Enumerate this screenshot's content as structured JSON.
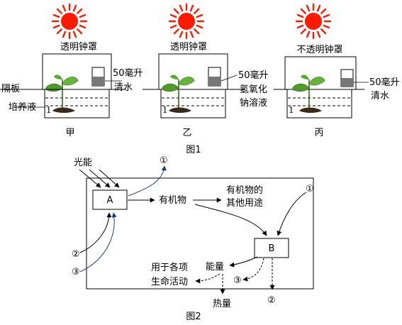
{
  "figure1": {
    "caption": "图1",
    "setups": [
      {
        "id": "jia",
        "cover": "透明钟罩",
        "liquid_amount": "50毫升",
        "liquid_name_lines": [
          "清水"
        ],
        "label": "甲"
      },
      {
        "id": "yi",
        "cover": "透明钟罩",
        "liquid_amount": "50毫升",
        "liquid_name_lines": [
          "氢氧化",
          "钠溶液"
        ],
        "label": "乙"
      },
      {
        "id": "bing",
        "cover": "不透明钟罩",
        "liquid_amount": "50毫升",
        "liquid_name_lines": [
          "清水"
        ],
        "label": "丙"
      }
    ],
    "partition_label": "隔板",
    "culture_label": "培养液",
    "glass_symbol": "1"
  },
  "figure2": {
    "caption": "图2",
    "light_energy": "光能",
    "box_a": "A",
    "box_b": "B",
    "organic_matter": "有机物",
    "organic_other_use_lines": [
      "有机物的",
      "其他用途"
    ],
    "energy": "能量",
    "life_activity_lines": [
      "用于各项",
      "生命活动"
    ],
    "heat": "热量",
    "markers": {
      "one": "①",
      "two": "②",
      "three": "③"
    }
  }
}
